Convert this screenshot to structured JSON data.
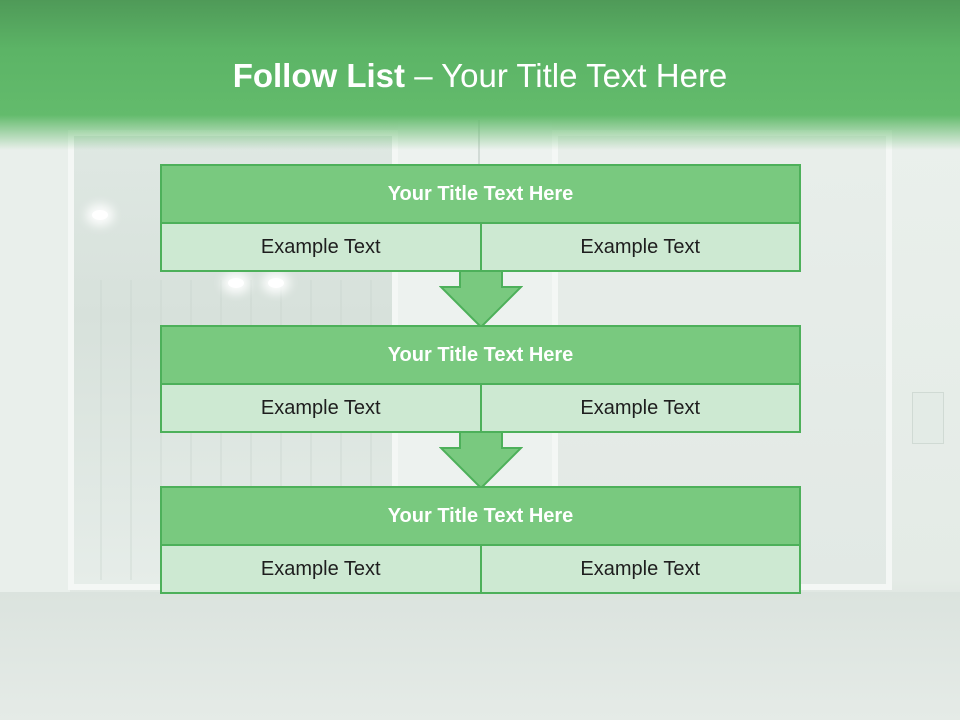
{
  "slide": {
    "title_bold": "Follow List",
    "title_rest": " – Your Title Text Here"
  },
  "blocks": [
    {
      "title": "Your Title Text Here",
      "left": "Example Text",
      "right": "Example Text"
    },
    {
      "title": "Your Title Text Here",
      "left": "Example Text",
      "right": "Example Text"
    },
    {
      "title": "Your Title Text Here",
      "left": "Example Text",
      "right": "Example Text"
    }
  ],
  "colors": {
    "header_green": "#5cb466",
    "block_title_fill": "#79c97f",
    "block_cell_fill": "#cde9d2",
    "border_green": "#4db05a",
    "arrow_fill": "#79c97f"
  },
  "icons": [
    "down-arrow-icon",
    "down-arrow-icon"
  ]
}
